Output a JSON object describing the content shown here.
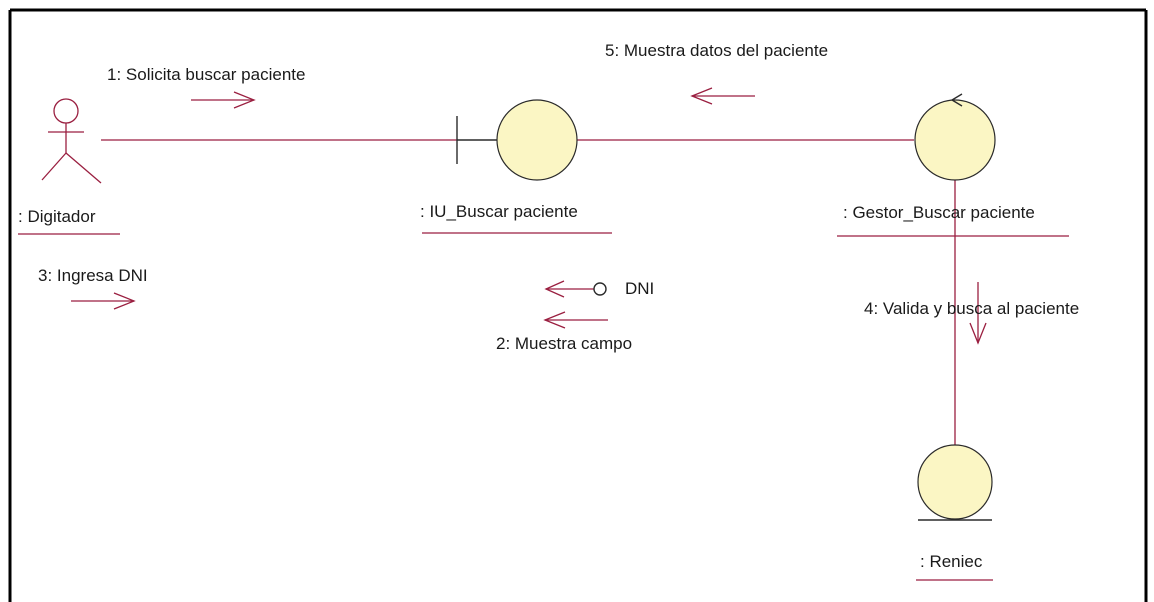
{
  "objects": {
    "actor": ": Digitador",
    "boundary": ": IU_Buscar paciente",
    "control": ": Gestor_Buscar paciente",
    "entity": ": Reniec"
  },
  "messages": {
    "m1": "1: Solicita buscar paciente",
    "m2": "2: Muestra campo",
    "m3": "3: Ingresa DNI",
    "m4": "4: Valida y busca al paciente",
    "m5": "5: Muestra datos del paciente"
  },
  "parameter": {
    "dni": "DNI"
  },
  "colors": {
    "line": "#9a1f40",
    "object_fill": "#fbf6c4",
    "frame": "#000000"
  }
}
